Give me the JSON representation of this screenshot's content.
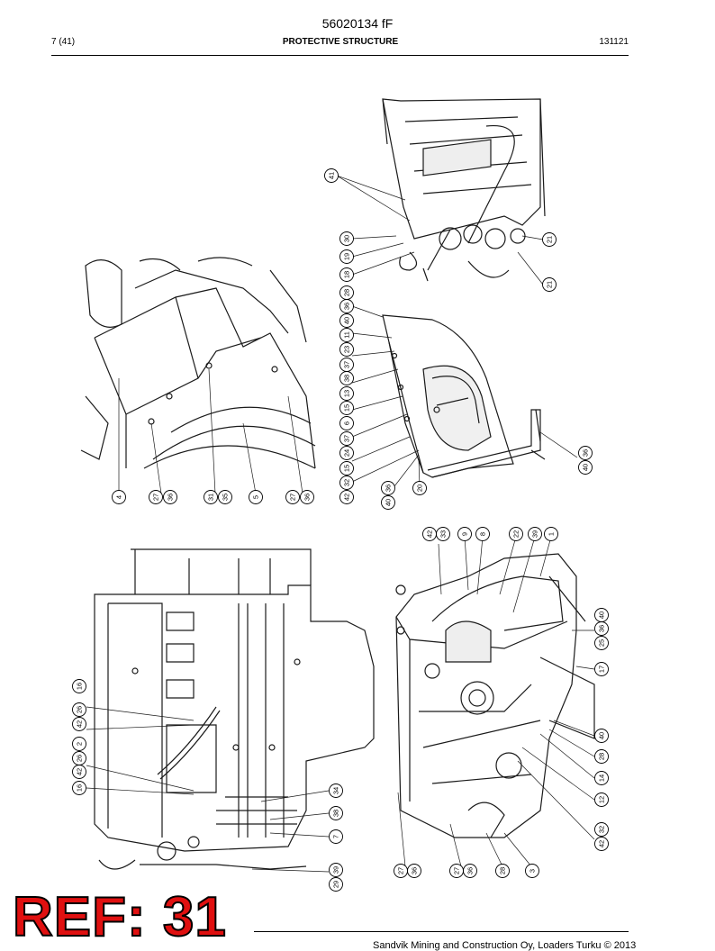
{
  "header": {
    "doc_number": "56020134 fF",
    "page_ref": "7 (41)",
    "section_title": "PROTECTIVE STRUCTURE",
    "date_code": "131121"
  },
  "figures": {
    "top_right": [
      "41",
      "30",
      "19",
      "18",
      "21",
      "21"
    ],
    "middle_left": [
      "4",
      "27",
      "36",
      "31",
      "35",
      "5",
      "27",
      "36"
    ],
    "middle_right": [
      "28",
      "36",
      "40",
      "11",
      "23",
      "37",
      "38",
      "13",
      "15",
      "6",
      "37",
      "24",
      "15",
      "32",
      "42",
      "36",
      "40",
      "20",
      "36",
      "40"
    ],
    "bottom_left": [
      "16",
      "26",
      "42",
      "2",
      "26",
      "42",
      "16",
      "34",
      "38",
      "7",
      "39",
      "29"
    ],
    "bottom_right": [
      "42",
      "33",
      "9",
      "8",
      "22",
      "39",
      "1",
      "40",
      "36",
      "25",
      "17",
      "40",
      "28",
      "14",
      "12",
      "32",
      "42",
      "27",
      "36",
      "27",
      "36",
      "28",
      "3"
    ]
  },
  "stamp": {
    "text": "REF: 31"
  },
  "footer": {
    "text": "Sandvik Mining and Construction Oy, Loaders Turku © 2013"
  }
}
